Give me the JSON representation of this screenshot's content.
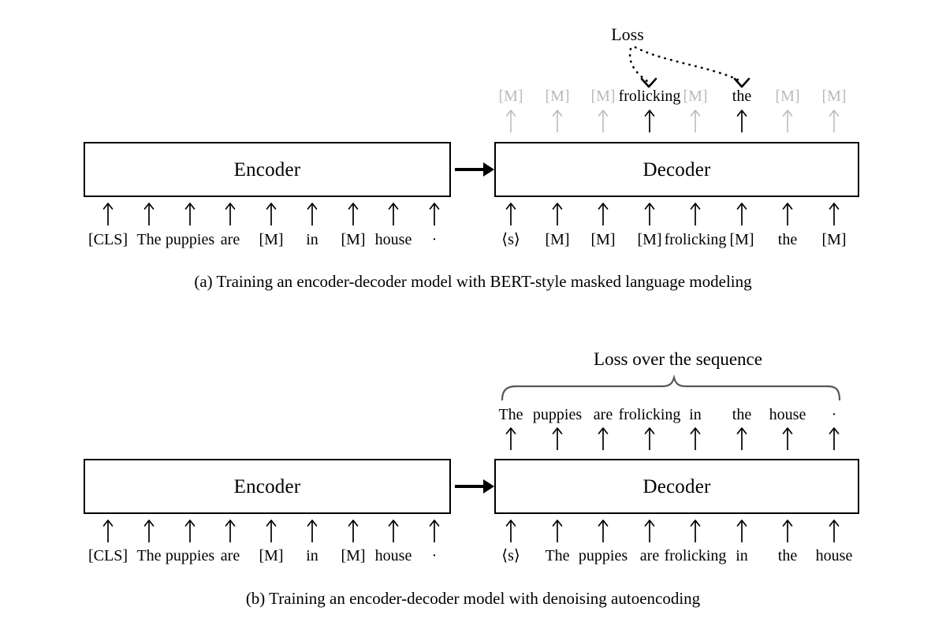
{
  "figure": {
    "title": "Encoder-decoder pretraining objectives",
    "colors": {
      "ink": "#000000",
      "masked_token": "#b9b9b9",
      "brace": "#555555",
      "background": "#ffffff"
    }
  },
  "panel_a": {
    "caption": "(a) Training an encoder-decoder model with BERT-style masked language modeling",
    "loss_label": "Loss",
    "encoder": {
      "label": "Encoder"
    },
    "decoder": {
      "label": "Decoder"
    },
    "bridge_arrow": "encoder-to-decoder-arrow",
    "encoder_inputs": [
      {
        "text": "[CLS]",
        "style": "solid"
      },
      {
        "text": "The",
        "style": "solid"
      },
      {
        "text": "puppies",
        "style": "solid"
      },
      {
        "text": "are",
        "style": "solid"
      },
      {
        "text": "[M]",
        "style": "solid"
      },
      {
        "text": "in",
        "style": "solid"
      },
      {
        "text": "[M]",
        "style": "solid"
      },
      {
        "text": "house",
        "style": "solid"
      },
      {
        "text": "·",
        "style": "solid"
      }
    ],
    "decoder_inputs": [
      {
        "text": "⟨s⟩",
        "style": "solid"
      },
      {
        "text": "[M]",
        "style": "solid"
      },
      {
        "text": "[M]",
        "style": "solid"
      },
      {
        "text": "[M]",
        "style": "solid"
      },
      {
        "text": "frolicking",
        "style": "solid"
      },
      {
        "text": "[M]",
        "style": "solid"
      },
      {
        "text": "the",
        "style": "solid"
      },
      {
        "text": "[M]",
        "style": "solid"
      }
    ],
    "decoder_outputs": [
      {
        "text": "[M]",
        "style": "masked"
      },
      {
        "text": "[M]",
        "style": "masked"
      },
      {
        "text": "[M]",
        "style": "masked"
      },
      {
        "text": "frolicking",
        "style": "solid"
      },
      {
        "text": "[M]",
        "style": "masked"
      },
      {
        "text": "the",
        "style": "solid"
      },
      {
        "text": "[M]",
        "style": "masked"
      },
      {
        "text": "[M]",
        "style": "masked"
      }
    ],
    "loss_targets": [
      "frolicking",
      "the"
    ]
  },
  "panel_b": {
    "caption": "(b) Training an encoder-decoder model with denoising autoencoding",
    "loss_label": "Loss over the sequence",
    "encoder": {
      "label": "Encoder"
    },
    "decoder": {
      "label": "Decoder"
    },
    "bridge_arrow": "encoder-to-decoder-arrow",
    "encoder_inputs": [
      {
        "text": "[CLS]",
        "style": "solid"
      },
      {
        "text": "The",
        "style": "solid"
      },
      {
        "text": "puppies",
        "style": "solid"
      },
      {
        "text": "are",
        "style": "solid"
      },
      {
        "text": "[M]",
        "style": "solid"
      },
      {
        "text": "in",
        "style": "solid"
      },
      {
        "text": "[M]",
        "style": "solid"
      },
      {
        "text": "house",
        "style": "solid"
      },
      {
        "text": "·",
        "style": "solid"
      }
    ],
    "decoder_inputs": [
      {
        "text": "⟨s⟩",
        "style": "solid"
      },
      {
        "text": "The",
        "style": "solid"
      },
      {
        "text": "puppies",
        "style": "solid"
      },
      {
        "text": "are",
        "style": "solid"
      },
      {
        "text": "frolicking",
        "style": "solid"
      },
      {
        "text": "in",
        "style": "solid"
      },
      {
        "text": "the",
        "style": "solid"
      },
      {
        "text": "house",
        "style": "solid"
      }
    ],
    "decoder_outputs": [
      {
        "text": "The",
        "style": "solid"
      },
      {
        "text": "puppies",
        "style": "solid"
      },
      {
        "text": "are",
        "style": "solid"
      },
      {
        "text": "frolicking",
        "style": "solid"
      },
      {
        "text": "in",
        "style": "solid"
      },
      {
        "text": "the",
        "style": "solid"
      },
      {
        "text": "house",
        "style": "solid"
      },
      {
        "text": "·",
        "style": "solid"
      }
    ]
  }
}
